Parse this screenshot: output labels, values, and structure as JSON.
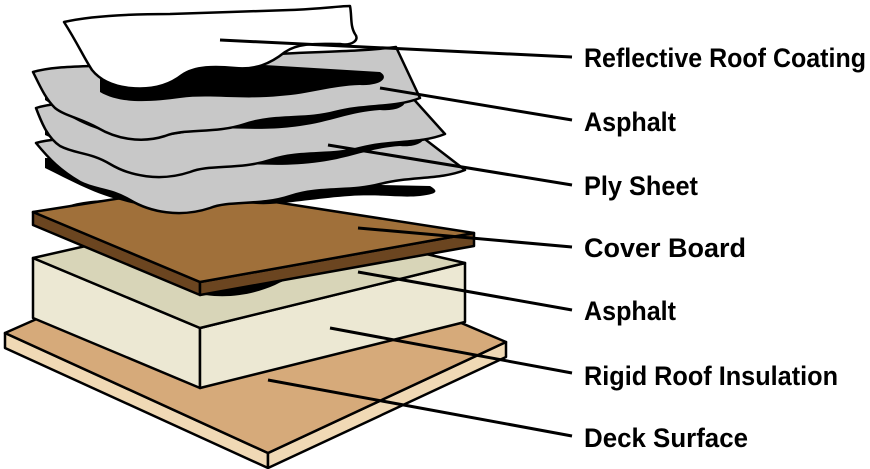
{
  "layers": [
    {
      "id": "reflective-roof-coating",
      "label": "Reflective Roof Coating"
    },
    {
      "id": "asphalt-top",
      "label": "Asphalt"
    },
    {
      "id": "ply-sheet",
      "label": "Ply Sheet"
    },
    {
      "id": "cover-board",
      "label": "Cover Board"
    },
    {
      "id": "asphalt-bottom",
      "label": "Asphalt"
    },
    {
      "id": "rigid-roof-insulation",
      "label": "Rigid Roof Insulation"
    },
    {
      "id": "deck-surface",
      "label": "Deck Surface"
    }
  ],
  "colors": {
    "deck_top": "#d6aa7a",
    "deck_side": "#f0d9b5",
    "insulation_top": "#d8d5b8",
    "insulation_side": "#ece8d3",
    "cover_top": "#a0703a",
    "cover_side": "#6b4520",
    "asphalt": "#000000",
    "ply": "#c8c8c8",
    "coating": "#ffffff"
  }
}
